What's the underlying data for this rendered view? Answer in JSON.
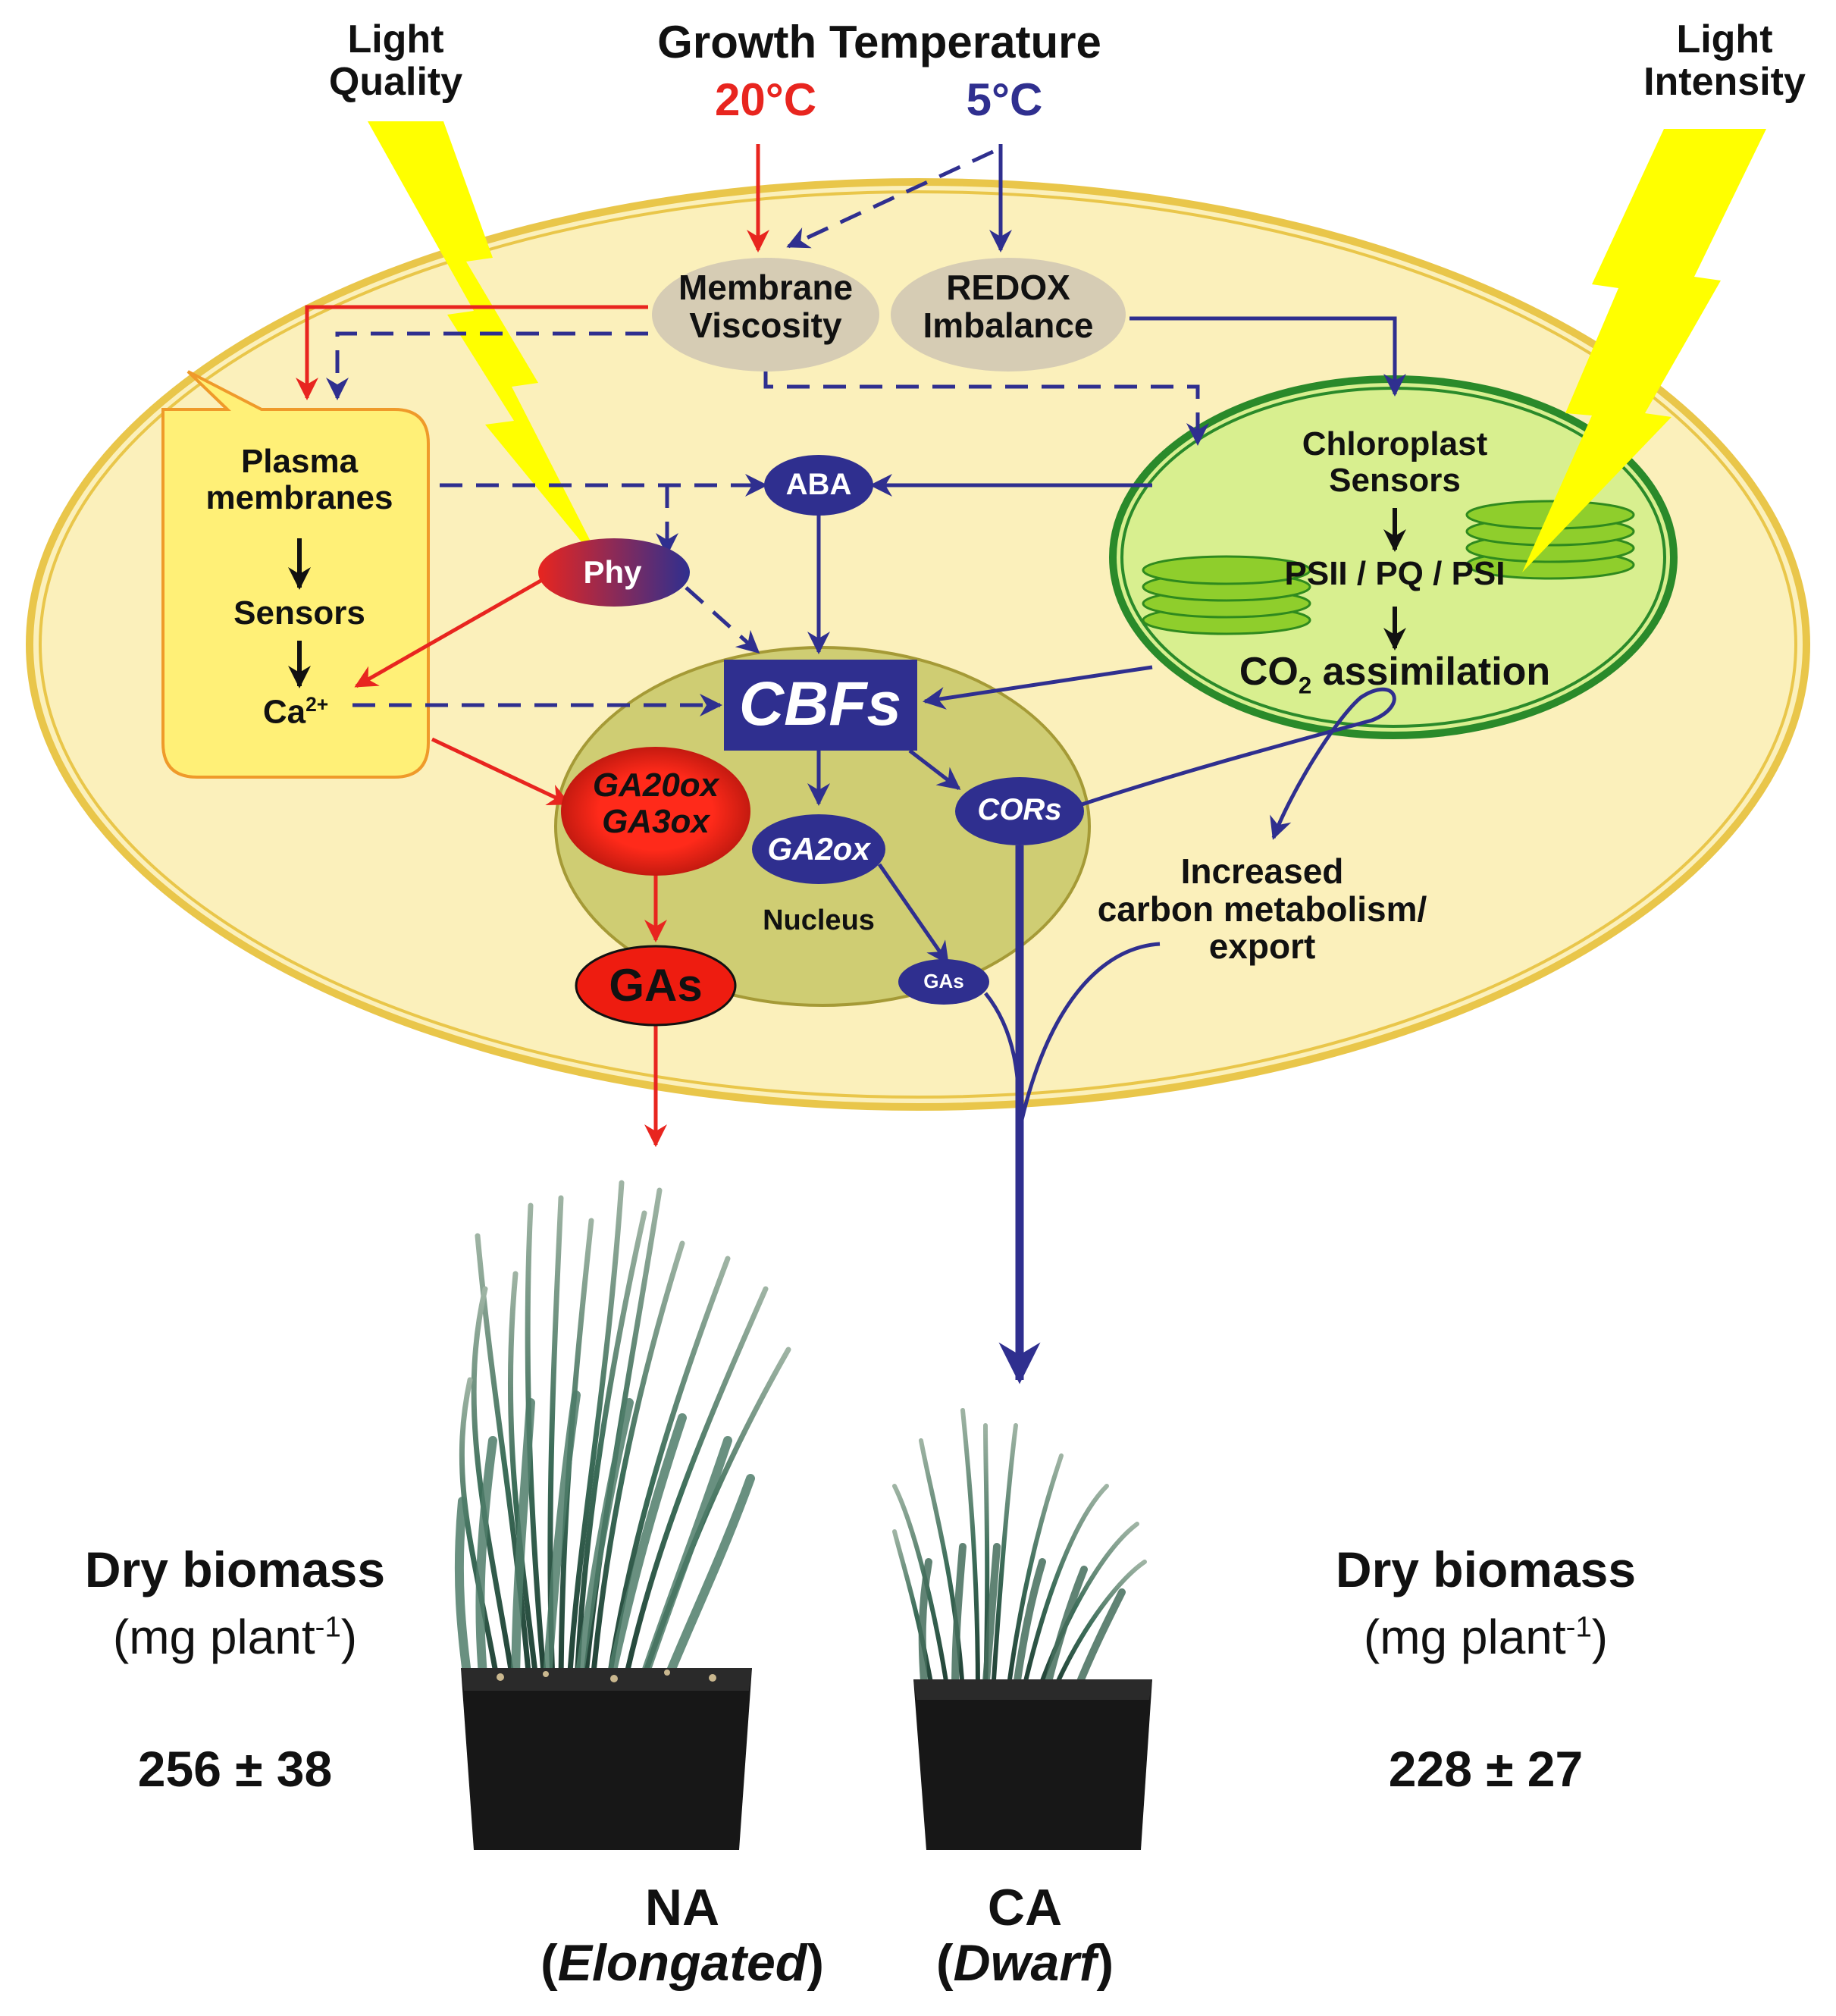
{
  "title": "Growth Temperature",
  "temps": {
    "warm": "20°C",
    "cold": "5°C"
  },
  "light_quality": {
    "line1": "Light",
    "line2": "Quality"
  },
  "light_intensity": {
    "line1": "Light",
    "line2": "Intensity"
  },
  "nodes": {
    "membrane": {
      "line1": "Membrane",
      "line2": "Viscosity"
    },
    "redox": {
      "line1": "REDOX",
      "line2": "Imbalance"
    },
    "plasma": {
      "line1": "Plasma",
      "line2": "membranes",
      "sensors": "Sensors",
      "ca": "Ca",
      "ca_sup": "2+"
    },
    "aba": "ABA",
    "phy": "Phy",
    "chloroplast": {
      "line1": "Chloroplast",
      "line2": "Sensors",
      "ps": "PSII / PQ / PSI",
      "co2_a": "CO",
      "co2_sub": "2",
      "co2_b": " assimilation"
    },
    "cbfs": "CBFs",
    "ga20ox": "GA20ox",
    "ga3ox": "GA3ox",
    "ga2ox": "GA2ox",
    "cors": "CORs",
    "nucleus": "Nucleus",
    "gas_big": "GAs",
    "gas_small": "GAs",
    "carbon": {
      "line1": "Increased",
      "line2": "carbon metabolism/",
      "line3": "export"
    }
  },
  "left_panel": {
    "title": "Dry biomass",
    "unit_a": "(mg plant",
    "unit_sup": "-1",
    "unit_b": ")",
    "value": "256 ± 38"
  },
  "right_panel": {
    "title": "Dry biomass",
    "unit_a": "(mg plant",
    "unit_sup": "-1",
    "unit_b": ")",
    "value": "228 ± 27"
  },
  "plants": {
    "na": {
      "name": "NA",
      "open": "(",
      "desc": "Elongated",
      "close": ")"
    },
    "ca": {
      "name": "CA",
      "open": "(",
      "desc": "Dwarf",
      "close": ")"
    }
  },
  "colors": {
    "red": "#e8251f",
    "blue": "#2f2f8f",
    "yellow": "#ffff00",
    "cell": "#fbf0bb",
    "nucleus": "#cfcd73",
    "chloro": "#d8ef8f"
  }
}
